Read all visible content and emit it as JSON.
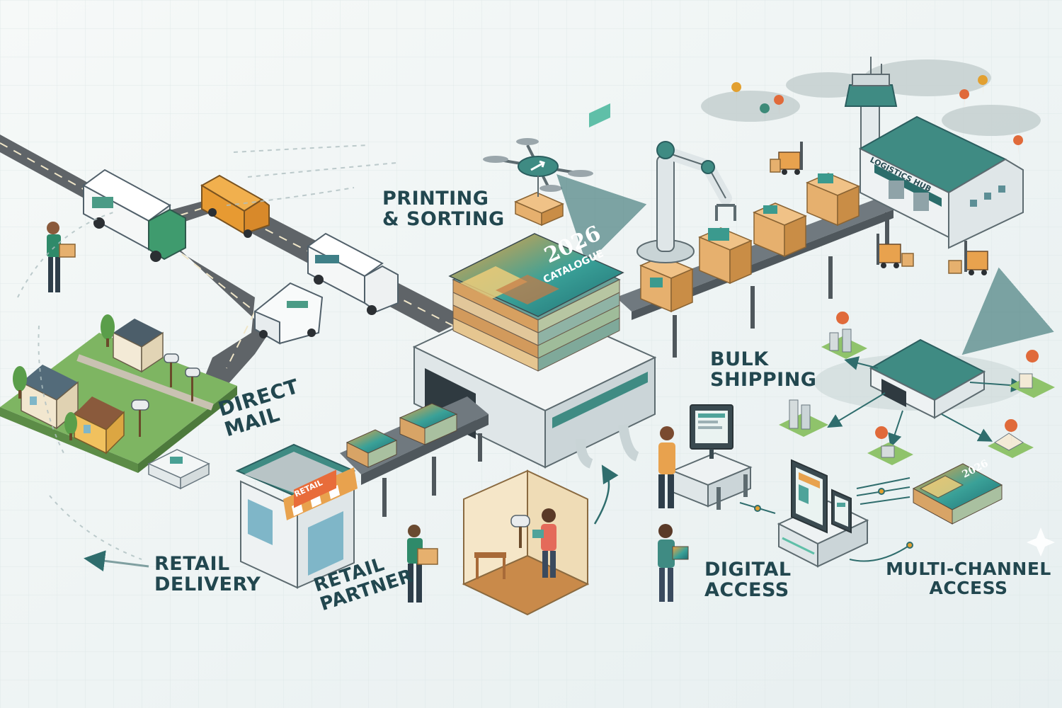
{
  "labels": {
    "printing": [
      "PRINTING",
      "& SORTING"
    ],
    "bulk": [
      "BULK",
      "SHIPPING"
    ],
    "direct": [
      "DIRECT",
      "MAIL"
    ],
    "retail_delivery": [
      "RETAIL",
      "DELIVERY"
    ],
    "retail_partner": [
      "RETAIL",
      "PARTNER"
    ],
    "digital": [
      "DIGITAL",
      "ACCESS"
    ],
    "multi": [
      "MULTI-CHANNEL",
      "ACCESS"
    ]
  },
  "signs": {
    "logistics_hub": "LOGISTICS HUB",
    "retail": "RETAIL",
    "catalogue_year": "2026",
    "catalogue_title": "CATALOGUE",
    "small_catalogue_year": "2026"
  },
  "colors": {
    "teal": "#3f8b83",
    "teal_dark": "#2b5e5f",
    "orange": "#e8a24e",
    "box": "#e6b06e",
    "road": "#5f6468",
    "grass": "#8fc36b",
    "label": "#22474f"
  },
  "icons": [
    "drone-icon",
    "robot-arm-icon",
    "forklift-icon",
    "map-pin-icon",
    "truck-icon",
    "van-icon",
    "mailbox-icon",
    "house-icon",
    "computer-icon",
    "tablet-icon",
    "phone-icon",
    "warehouse-icon",
    "control-tower-icon",
    "person-icon",
    "shop-icon",
    "arrow-icon"
  ]
}
